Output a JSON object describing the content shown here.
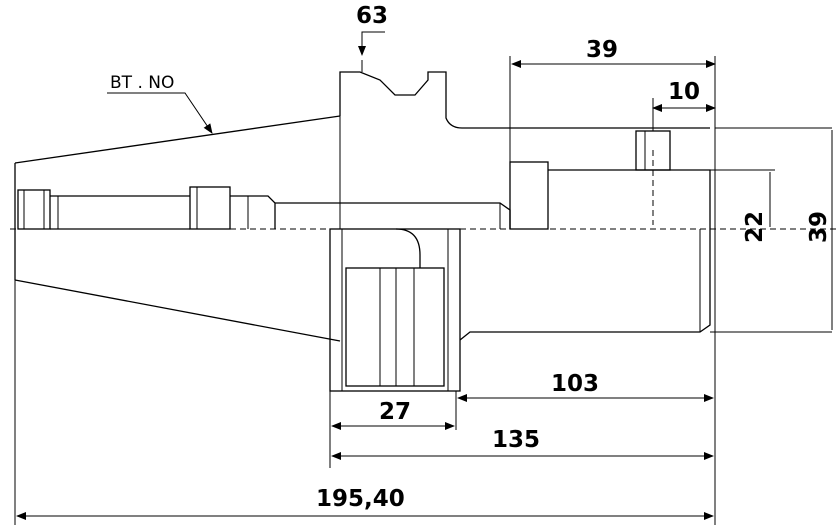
{
  "drawing": {
    "label": "BT . NO",
    "dimensions": {
      "top_groove": "63",
      "length_39_top": "39",
      "length_10": "10",
      "height_22": "22",
      "height_39": "39",
      "length_103": "103",
      "length_27": "27",
      "length_135": "135",
      "overall_length": "195,40"
    }
  }
}
